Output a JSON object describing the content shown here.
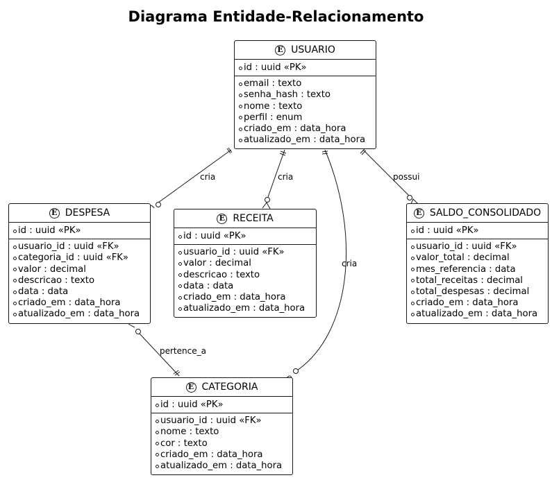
{
  "title": "Diagrama Entidade-Relacionamento",
  "entities": {
    "usuario": {
      "name": "USUARIO",
      "badge": "E",
      "pk": "id : uuid «PK»",
      "attrs": [
        "email : texto",
        "senha_hash : texto",
        "nome : texto",
        "perfil : enum",
        "criado_em : data_hora",
        "atualizado_em : data_hora"
      ]
    },
    "despesa": {
      "name": "DESPESA",
      "badge": "E",
      "pk": "id : uuid «PK»",
      "attrs": [
        "usuario_id : uuid «FK»",
        "categoria_id : uuid «FK»",
        "valor : decimal",
        "descricao : texto",
        "data : data",
        "criado_em : data_hora",
        "atualizado_em : data_hora"
      ]
    },
    "receita": {
      "name": "RECEITA",
      "badge": "E",
      "pk": "id : uuid «PK»",
      "attrs": [
        "usuario_id : uuid «FK»",
        "valor : decimal",
        "descricao : texto",
        "data : data",
        "criado_em : data_hora",
        "atualizado_em : data_hora"
      ]
    },
    "saldo": {
      "name": "SALDO_CONSOLIDADO",
      "badge": "E",
      "pk": "id : uuid «PK»",
      "attrs": [
        "usuario_id : uuid «FK»",
        "valor_total : decimal",
        "mes_referencia : data",
        "total_receitas : decimal",
        "total_despesas : decimal",
        "criado_em : data_hora",
        "atualizado_em : data_hora"
      ]
    },
    "categoria": {
      "name": "CATEGORIA",
      "badge": "E",
      "pk": "id : uuid «PK»",
      "attrs": [
        "usuario_id : uuid «FK»",
        "nome : texto",
        "cor : texto",
        "criado_em : data_hora",
        "atualizado_em : data_hora"
      ]
    }
  },
  "relations": {
    "usuario_despesa": "cria",
    "usuario_receita": "cria",
    "usuario_categoria": "cria",
    "usuario_saldo": "possui",
    "despesa_categoria": "pertence_a"
  }
}
